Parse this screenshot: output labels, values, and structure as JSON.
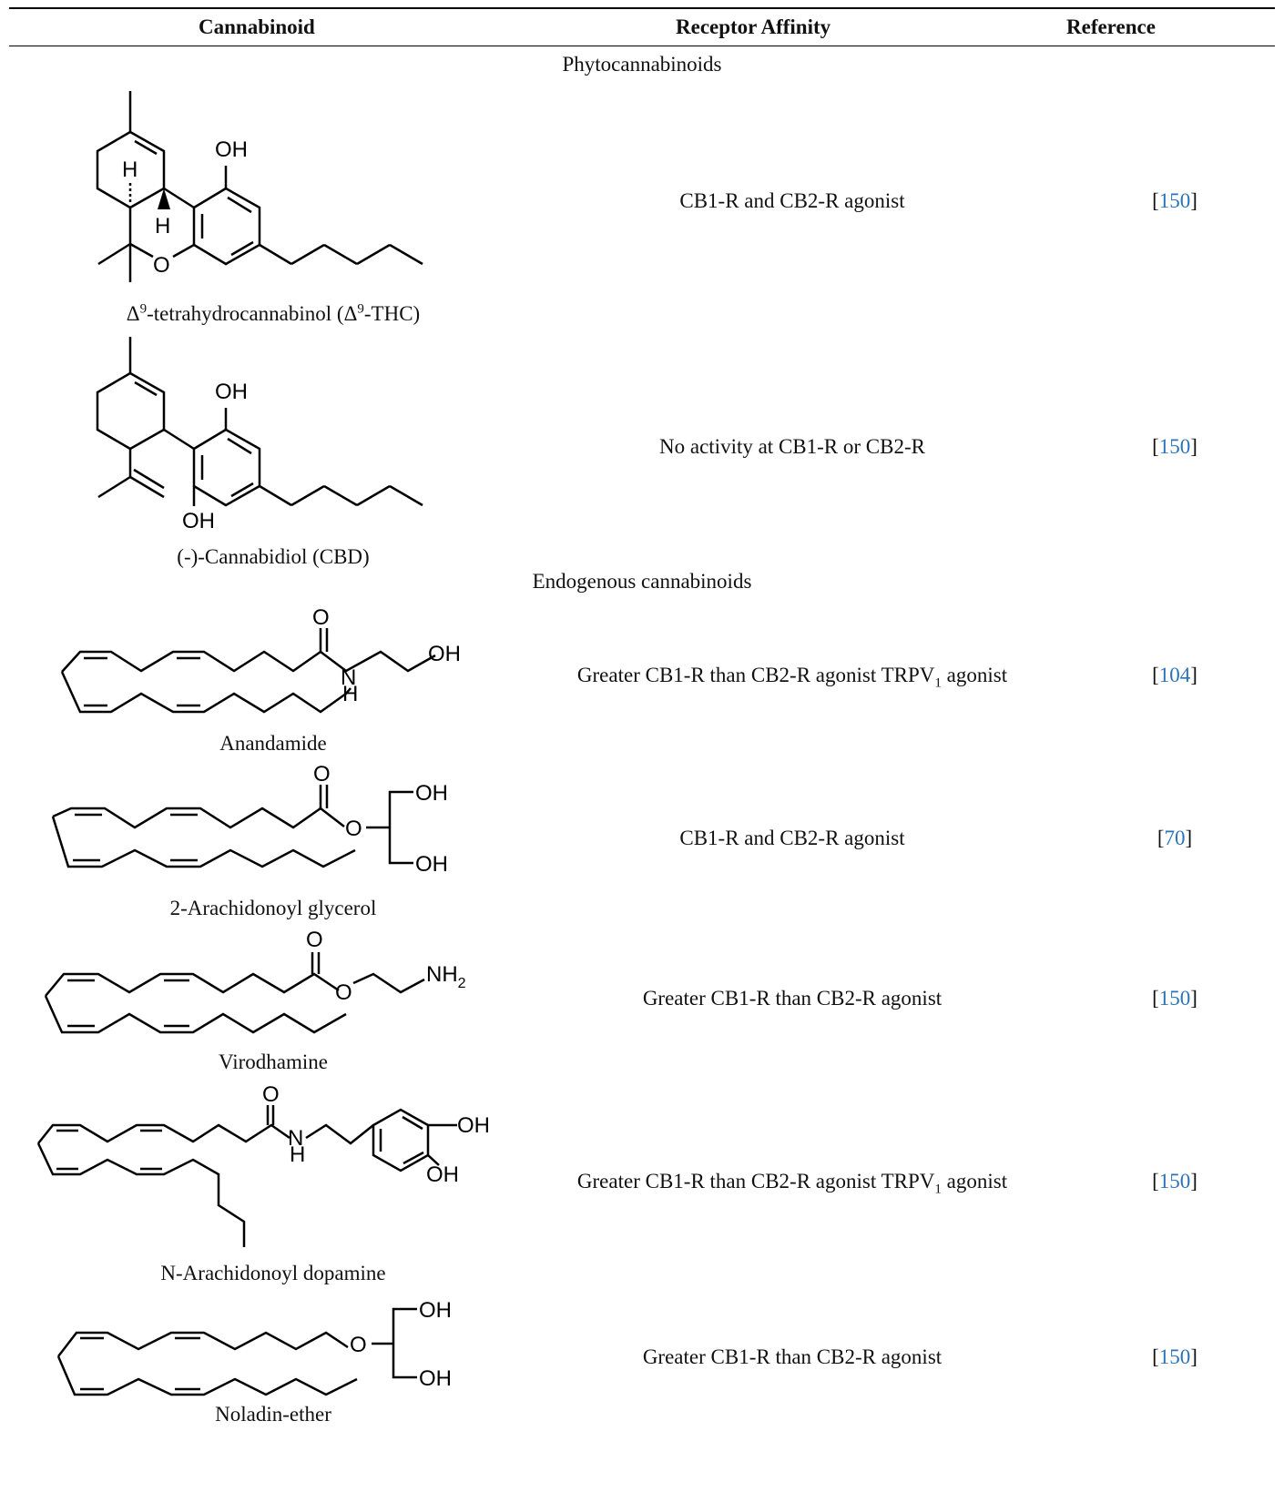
{
  "table": {
    "headers": {
      "cannabinoid": "Cannabinoid",
      "affinity": "Receptor Affinity",
      "reference": "Reference"
    },
    "sections": [
      {
        "title": "Phytocannabinoids"
      },
      {
        "title": "Endogenous cannabinoids"
      }
    ],
    "rows": [
      {
        "name_pre": "Δ",
        "name_sup1": "9",
        "name_mid": "-tetrahydrocannabinol (Δ",
        "name_sup2": "9",
        "name_post": "-THC)",
        "affinity": "CB1-R and CB2-R agonist",
        "ref_open": "[",
        "ref_num": "150",
        "ref_close": "]",
        "structure_labels": {
          "oh": "OH",
          "h1": "H",
          "h2": "H",
          "o": "O"
        }
      },
      {
        "name": "(-)-Cannabidiol (CBD)",
        "affinity": "No activity at CB1-R or CB2-R",
        "ref_open": "[",
        "ref_num": "150",
        "ref_close": "]",
        "structure_labels": {
          "oh_top": "OH",
          "oh_bottom": "OH"
        }
      },
      {
        "name": "Anandamide",
        "affinity_pre": "Greater CB1-R than CB2-R agonist TRPV",
        "affinity_sub": "1",
        "affinity_post": " agonist",
        "ref_open": "[",
        "ref_num": "104",
        "ref_close": "]",
        "structure_labels": {
          "o": "O",
          "n": "N",
          "h": "H",
          "oh": "OH"
        }
      },
      {
        "name": "2-Arachidonoyl glycerol",
        "affinity": "CB1-R and CB2-R agonist",
        "ref_open": "[",
        "ref_num": "70",
        "ref_close": "]",
        "structure_labels": {
          "o_carbonyl": "O",
          "o_ester": "O",
          "oh_top": "OH",
          "oh_bottom": "OH"
        }
      },
      {
        "name": "Virodhamine",
        "affinity": "Greater CB1-R than CB2-R agonist",
        "ref_open": "[",
        "ref_num": "150",
        "ref_close": "]",
        "structure_labels": {
          "o_carbonyl": "O",
          "o_ester": "O",
          "nh2": "NH",
          "nh2_sub": "2"
        }
      },
      {
        "name": "N-Arachidonoyl dopamine",
        "affinity_pre": "Greater CB1-R than CB2-R agonist TRPV",
        "affinity_sub": "1",
        "affinity_post": " agonist",
        "ref_open": "[",
        "ref_num": "150",
        "ref_close": "]",
        "structure_labels": {
          "o": "O",
          "n": "N",
          "h": "H",
          "oh_right": "OH",
          "oh_bottom": "OH"
        }
      },
      {
        "name": "Noladin-ether",
        "affinity": "Greater CB1-R than CB2-R agonist",
        "ref_open": "[",
        "ref_num": "150",
        "ref_close": "]",
        "structure_labels": {
          "o": "O",
          "oh_top": "OH",
          "oh_bottom": "OH"
        }
      }
    ]
  }
}
